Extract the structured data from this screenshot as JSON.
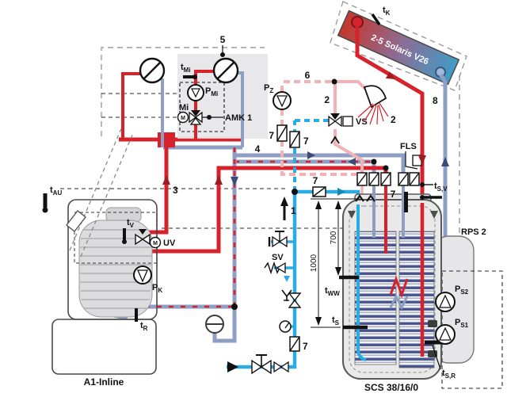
{
  "collector": {
    "label": "2-5 Solaris V26",
    "sensor": {
      "m": "t",
      "s": "K"
    }
  },
  "modules": {
    "amk": "AMK 1",
    "boiler": "A1-Inline",
    "tank": "SCS 38/16/0",
    "solar_station": "RPS 2"
  },
  "valves": {
    "uv": "UV",
    "vs": "VS",
    "sv": "SV",
    "mixer": "Mi",
    "motor": "M"
  },
  "sensors": {
    "tAU": {
      "m": "t",
      "s": "AU"
    },
    "tV": {
      "m": "t",
      "s": "V"
    },
    "tR": {
      "m": "t",
      "s": "R"
    },
    "tMi": {
      "m": "t",
      "s": "Mi"
    },
    "tWW": {
      "m": "t",
      "s": "WW"
    },
    "tS": {
      "m": "t",
      "s": "S"
    },
    "tSV": {
      "m": "t",
      "s": "S,V"
    },
    "tSR": {
      "m": "t",
      "s": "S,R"
    },
    "fls": "FLS"
  },
  "pumps": {
    "pZ": {
      "m": "P",
      "s": "Z"
    },
    "pMi": {
      "m": "P",
      "s": "Mi"
    },
    "pK": {
      "m": "P",
      "s": "K"
    },
    "pS1": {
      "m": "P",
      "s": "S1"
    },
    "pS2": {
      "m": "P",
      "s": "S2"
    }
  },
  "numbers": {
    "n1": "1",
    "n2": "2",
    "n3": "3",
    "n4": "4",
    "n5": "5",
    "n6": "6",
    "n7": "7",
    "n8": "8"
  },
  "dimensions": {
    "height_1000": "1000",
    "height_700": "700"
  },
  "colors": {
    "hot": "#d7222b",
    "return_pipe": "#8e9ec5",
    "cold": "#2aace3",
    "dhw": "#f2b2b5",
    "coil": "#46538f"
  }
}
